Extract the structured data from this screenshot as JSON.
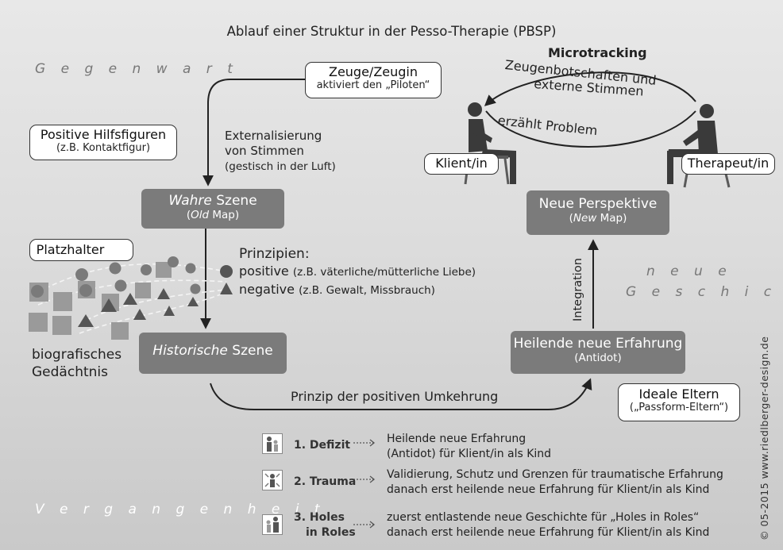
{
  "title": "Ablauf einer Struktur in der Pesso-Therapie (PBSP)",
  "eras": {
    "present": "G e g e n w a r t",
    "past": "V e r g a n g e n h e i t",
    "new_story_1": "n e u e",
    "new_story_2": "G e s c h i c h t e"
  },
  "witness_box": {
    "line1": "Zeuge/Zeugin",
    "line2": "aktiviert den „Piloten“"
  },
  "microtracking": {
    "heading": "Microtracking",
    "line1": "Zeugenbotschaften und",
    "line2": "externe Stimmen",
    "problem": "erzählt Problem"
  },
  "client_label": "Klient/in",
  "therapist_label": "Therapeut/in",
  "helpers_box": {
    "line1": "Positive Hilfsfiguren",
    "line2": "(z.B. Kontaktfigur)"
  },
  "externalization": {
    "line1": "Externalisierung",
    "line2": "von Stimmen",
    "line3": "(gestisch in der Luft)"
  },
  "true_scene": {
    "italic": "Wahre",
    "rest": " Szene",
    "sub_open": "(",
    "sub_italic": "Old",
    "sub_close": " Map)"
  },
  "new_perspective": {
    "line1": "Neue Perspektive",
    "sub_open": "(",
    "sub_italic": "New",
    "sub_close": " Map)"
  },
  "placeholder_label": "Platzhalter",
  "principles": {
    "heading": "Prinzipien:",
    "positive_word": "positive",
    "positive_example": "(z.B. väterliche/mütterliche Liebe)",
    "negative_word": "negative",
    "negative_example": "(z.B. Gewalt, Missbrauch)"
  },
  "integration": "Integration",
  "memory": {
    "line1": "biografisches",
    "line2": "Gedächtnis"
  },
  "historic_scene": {
    "italic": "Historische",
    "rest": " Szene"
  },
  "healing": {
    "line1": "Heilende neue Erfahrung",
    "line2": "(Antidot)"
  },
  "ideal_parents": {
    "line1": "Ideale Eltern",
    "line2": "(„Passform-Eltern“)"
  },
  "reversal": "Prinzip der positiven Umkehrung",
  "legend": [
    {
      "num": "1. Defizit",
      "num2": "",
      "icon": "child-with-parent-icon",
      "line1": "Heilende neue Erfahrung",
      "line2": "(Antidot) für Klient/in als Kind"
    },
    {
      "num": "2. Trauma",
      "num2": "",
      "icon": "trauma-child-icon",
      "line1": "Validierung, Schutz und Grenzen für traumatische Erfahrung",
      "line2": "danach erst heilende neue Erfahrung für Klient/in als Kind"
    },
    {
      "num": "3. Holes",
      "num2": "in Roles",
      "icon": "child-as-parent-icon",
      "line1": "zuerst entlastende neue Geschichte für „Holes in Roles“",
      "line2": "danach erst heilende neue Erfahrung für Klient/in als Kind"
    }
  ],
  "copyright": "© 05-2015 www.riedlberger-design.de",
  "colors": {
    "gray_box": "#7b7b7b",
    "arrow": "#222222",
    "shape": "#8a8a8a",
    "shape_dark": "#555555"
  }
}
